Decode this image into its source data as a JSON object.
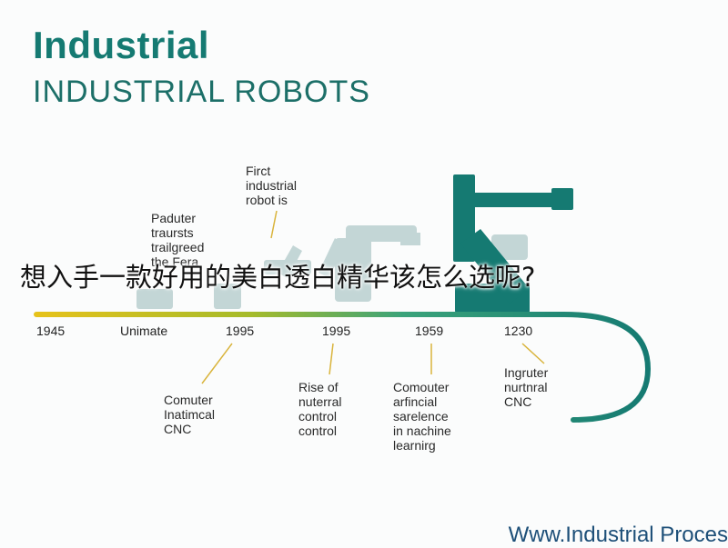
{
  "header": {
    "title": "Industrial",
    "subtitle": "INDUSTRIAL ROBOTS"
  },
  "timeline": {
    "years": [
      "1945",
      "Unimate",
      "1995",
      "1995",
      "1959",
      "1230"
    ],
    "above_labels": [
      "Paduter\ntraursts\ntrailgreed\nthe Fera",
      "Firct\nindustrial\nrobot is"
    ],
    "below_labels": [
      "Comuter\nInatimcal\nCNC",
      "Rise of\nnuterral\ncontrol\ncontrol",
      "Comouter\narfincial\nsarelence\nin nachine\nlearnirg",
      "Ingruter\nnurtnral\nCNC"
    ]
  },
  "overlay_text": "想入手一款好用的美白透白精华该怎么选呢?",
  "footer": "Www.Industrial Proces",
  "colors": {
    "teal": "#157a72",
    "robot_light": "#bcd3d3",
    "timeline_yellow": "#e3c11b",
    "timeline_green": "#3aa37a"
  }
}
